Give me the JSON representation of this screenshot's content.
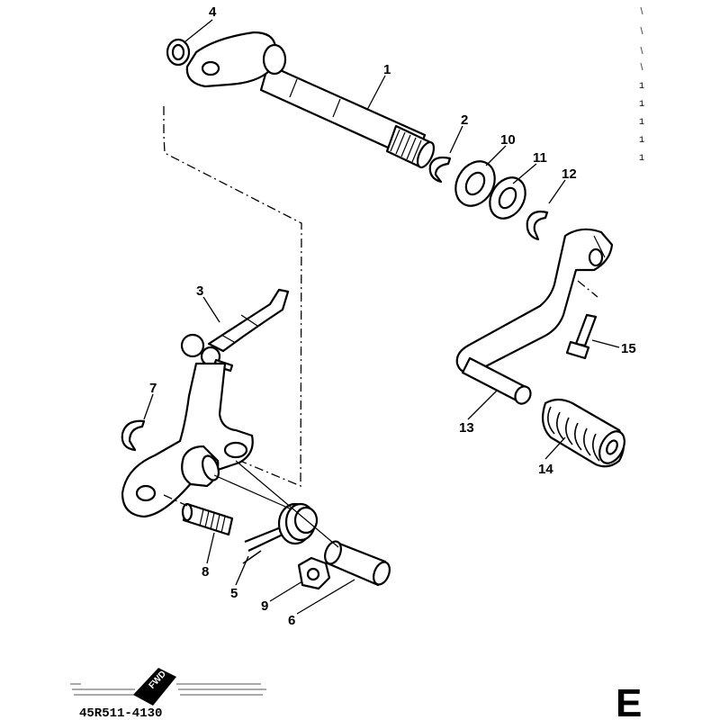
{
  "figure": {
    "callouts": [
      {
        "id": "1",
        "label": "1",
        "part": "shift-shaft"
      },
      {
        "id": "2",
        "label": "2",
        "part": "circlip"
      },
      {
        "id": "3",
        "label": "3",
        "part": "shift-arm"
      },
      {
        "id": "4",
        "label": "4",
        "part": "oil-seal"
      },
      {
        "id": "5",
        "label": "5",
        "part": "pin"
      },
      {
        "id": "6",
        "label": "6",
        "part": "collar"
      },
      {
        "id": "7",
        "label": "7",
        "part": "circlip"
      },
      {
        "id": "8",
        "label": "8",
        "part": "bolt"
      },
      {
        "id": "9",
        "label": "9",
        "part": "nut"
      },
      {
        "id": "10",
        "label": "10",
        "part": "washer"
      },
      {
        "id": "11",
        "label": "11",
        "part": "washer"
      },
      {
        "id": "12",
        "label": "12",
        "part": "circlip"
      },
      {
        "id": "13",
        "label": "13",
        "part": "shift-pedal"
      },
      {
        "id": "14",
        "label": "14",
        "part": "pedal-rubber"
      },
      {
        "id": "15",
        "label": "15",
        "part": "bolt"
      }
    ],
    "part_code": "45R511-4130",
    "section_letter": "E",
    "fwd_mark": "FWD",
    "edge_marks": [
      "1",
      "1",
      "1",
      "1",
      "1"
    ]
  }
}
